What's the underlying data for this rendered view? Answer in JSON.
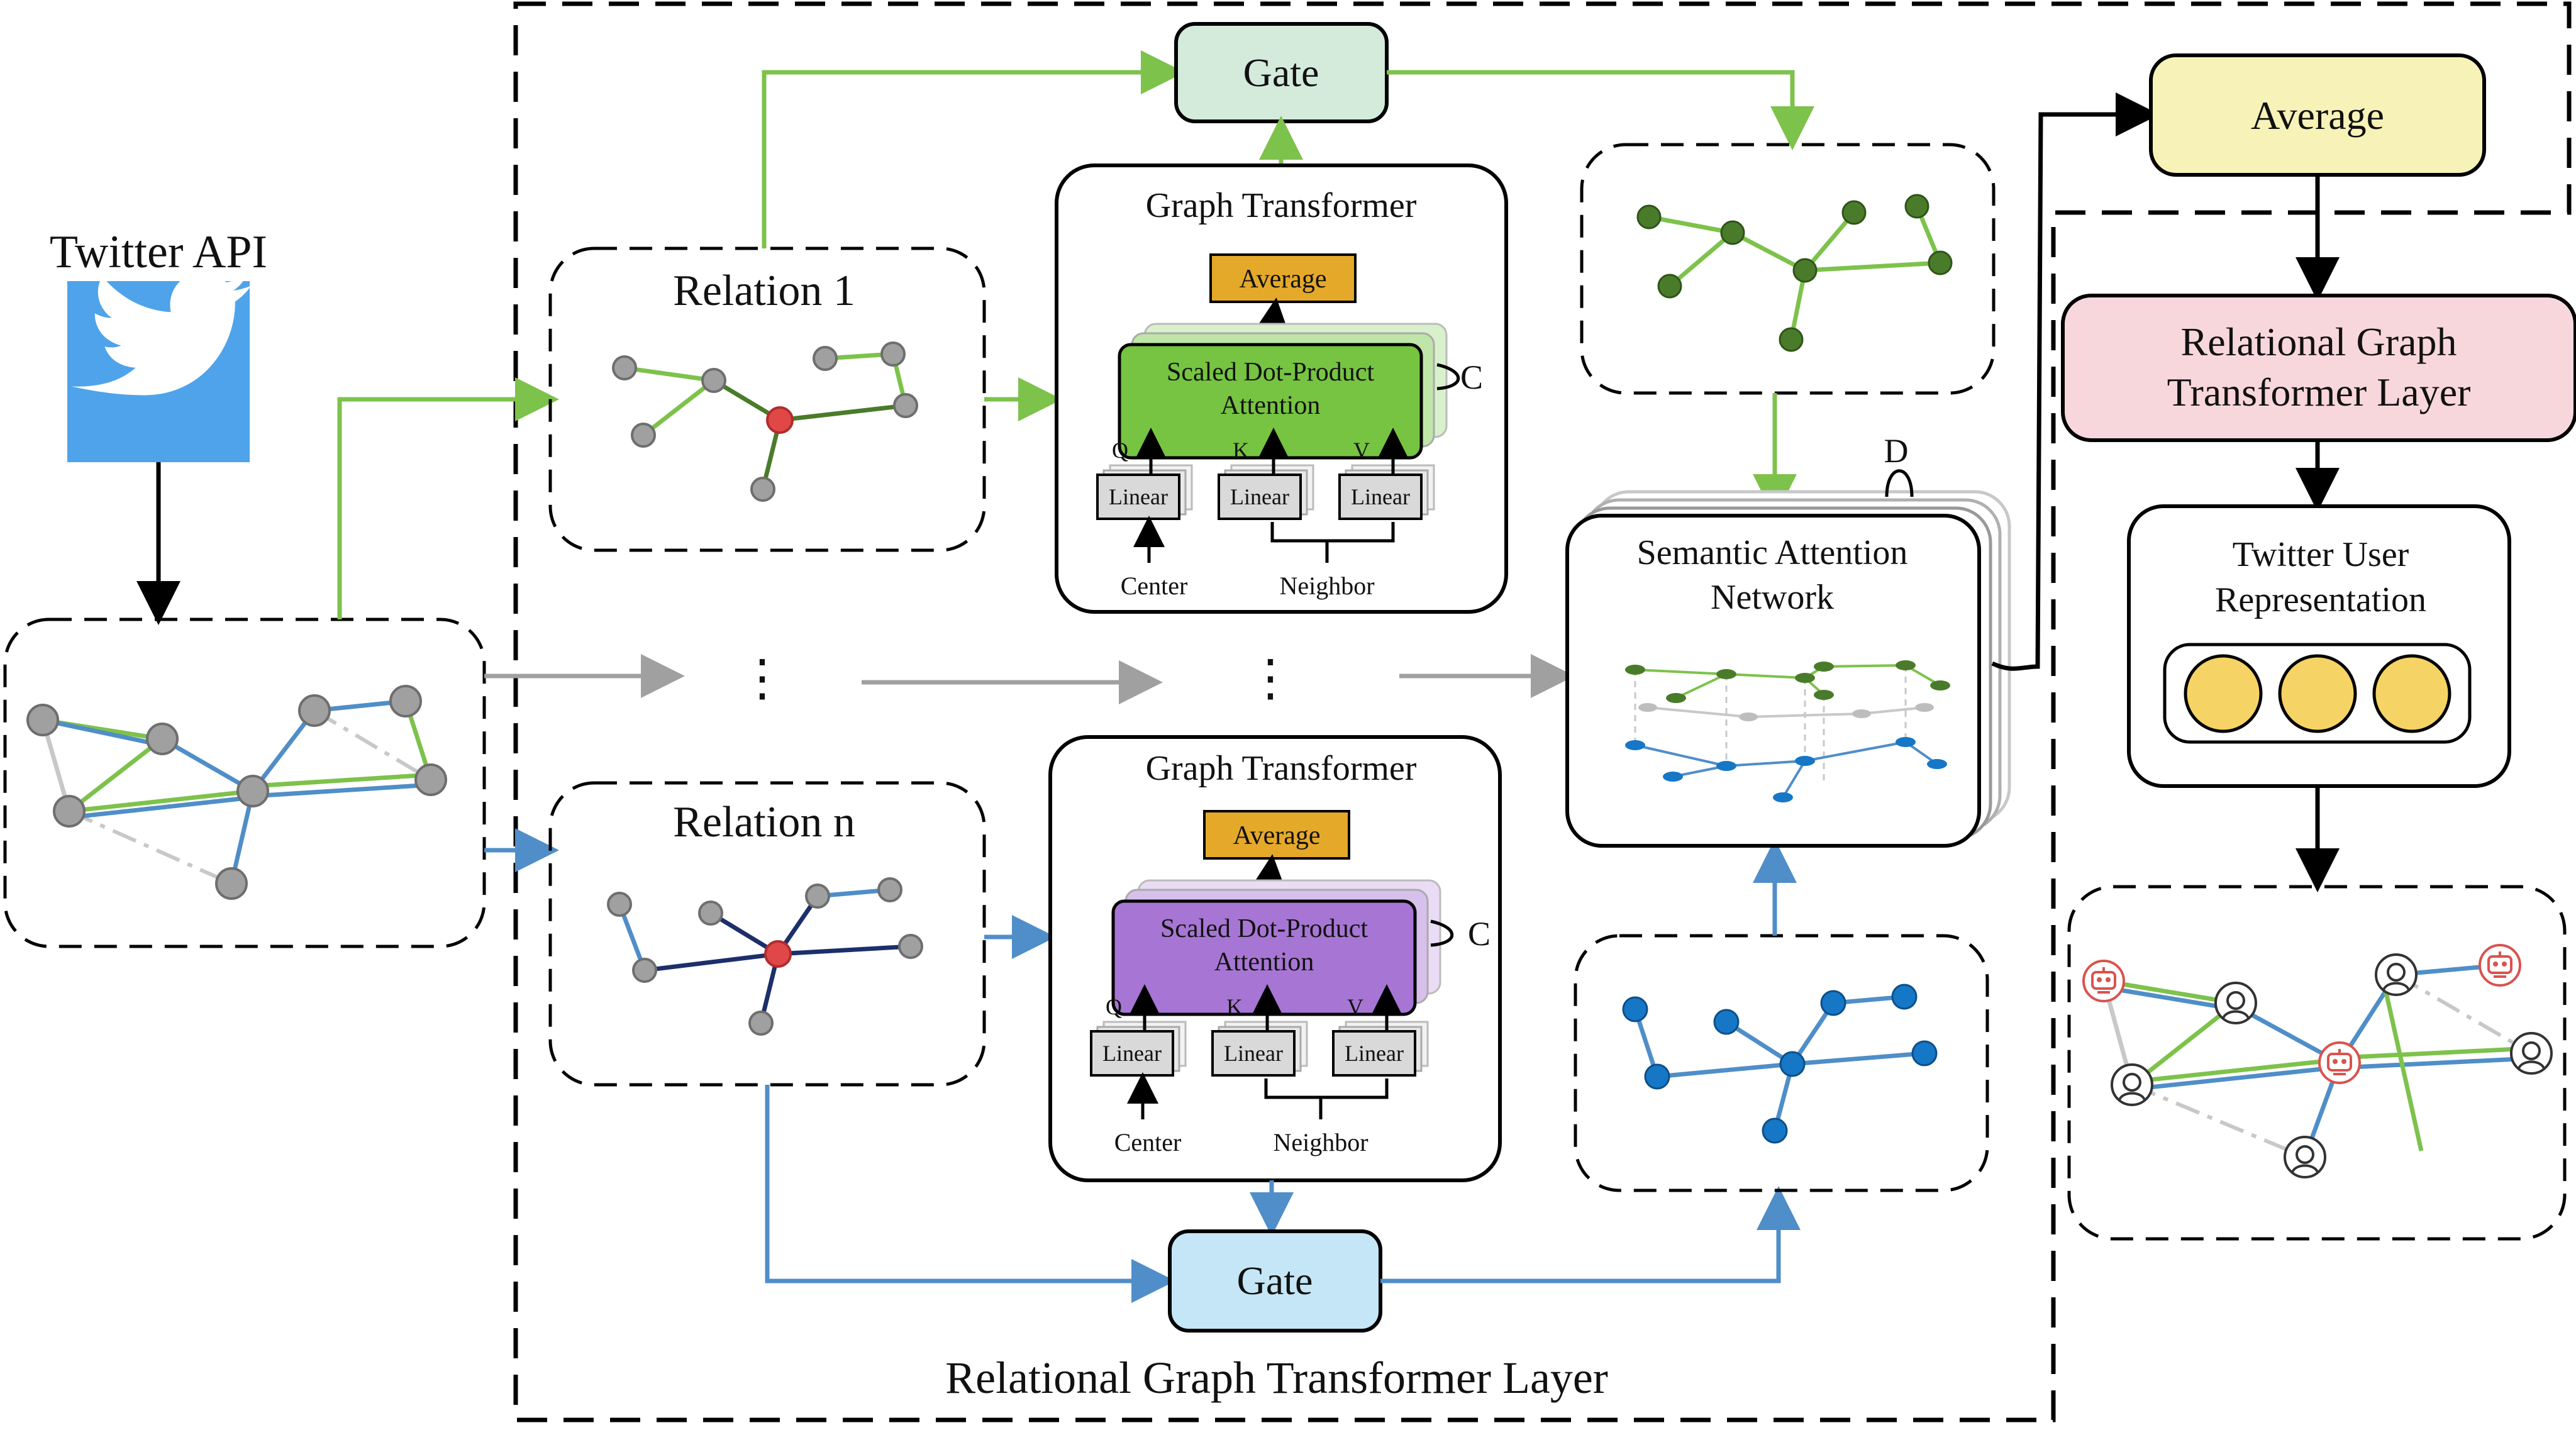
{
  "colors": {
    "green": "#7dc24b",
    "dark_green": "#4a7b2a",
    "blue": "#4f8ec8",
    "dark_blue": "#1c2f6b",
    "gray": "#a0a0a0",
    "red": "#e04848",
    "gate_green": "#d4ebdc",
    "gate_blue": "#c4e6f6",
    "average_orange": "#e5a92a",
    "attn_green": "#76c442",
    "attn_purple": "#a776d4",
    "average_yellow": "#f7f3b8",
    "rgt_pink": "#f8d7dc",
    "circle_yellow": "#f6d365"
  },
  "icons": {
    "twitter": "twitter-bird-icon",
    "bot": "bot-face-icon",
    "human": "human-face-icon"
  },
  "labels": {
    "twitter_api": "Twitter API",
    "relation_1": "Relation 1",
    "relation_n": "Relation n",
    "gate": "Gate",
    "graph_transformer": "Graph Transformer",
    "average": "Average",
    "attention_line1": "Scaled Dot-Product",
    "attention_line2": "Attention",
    "c": "C",
    "d": "D",
    "q": "Q",
    "k": "K",
    "v": "V",
    "linear": "Linear",
    "center": "Center",
    "neighbor": "Neighbor",
    "dots": "⋮",
    "semantic_line1": "Semantic Attention",
    "semantic_line2": "Network",
    "final_average": "Average",
    "rgt_line1": "Relational Graph",
    "rgt_line2": "Transformer Layer",
    "user_rep_line1": "Twitter User",
    "user_rep_line2": "Representation",
    "layer_caption": "Relational Graph Transformer Layer"
  }
}
